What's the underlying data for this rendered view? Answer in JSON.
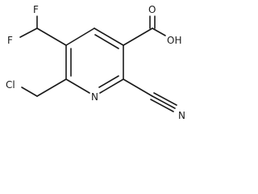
{
  "structure": {
    "atom_labels": {
      "fluorine_top": "F",
      "fluorine_left": "F",
      "hydroxyl": "OH",
      "carbonyl_oxygen": "O",
      "ring_nitrogen": "N",
      "nitrile_nitrogen": "N",
      "chlorine": "Cl"
    },
    "colors": {
      "bond": "#1a1a1a",
      "label": "#1a1a1a",
      "background": "#ffffff"
    }
  }
}
